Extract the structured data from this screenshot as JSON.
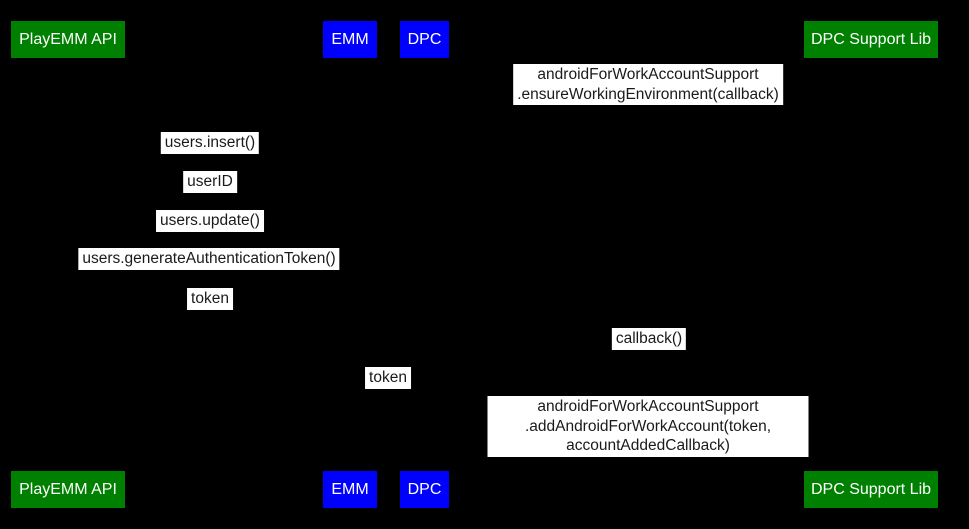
{
  "diagram": {
    "type": "sequence-diagram",
    "colors": {
      "background": "#000000",
      "actor_green": "#008000",
      "actor_blue": "#0000ff",
      "actor_text": "#ffffff",
      "message_background": "#ffffff",
      "message_text": "#1a1a1a"
    },
    "actors": [
      {
        "id": "playemm-api",
        "label": "PlayEMM API",
        "color": "green"
      },
      {
        "id": "emm",
        "label": "EMM",
        "color": "blue"
      },
      {
        "id": "dpc",
        "label": "DPC",
        "color": "blue"
      },
      {
        "id": "dpc-support-lib",
        "label": "DPC Support Lib",
        "color": "green"
      }
    ],
    "messages": [
      {
        "label": "androidForWorkAccountSupport\n.ensureWorkingEnvironment(callback)"
      },
      {
        "label": "users.insert()"
      },
      {
        "label": "userID"
      },
      {
        "label": "users.update()"
      },
      {
        "label": "users.generateAuthenticationToken()"
      },
      {
        "label": "token"
      },
      {
        "label": "callback()"
      },
      {
        "label": "token"
      },
      {
        "label": "androidForWorkAccountSupport\n.addAndroidForWorkAccount(token, accountAddedCallback)"
      }
    ]
  }
}
